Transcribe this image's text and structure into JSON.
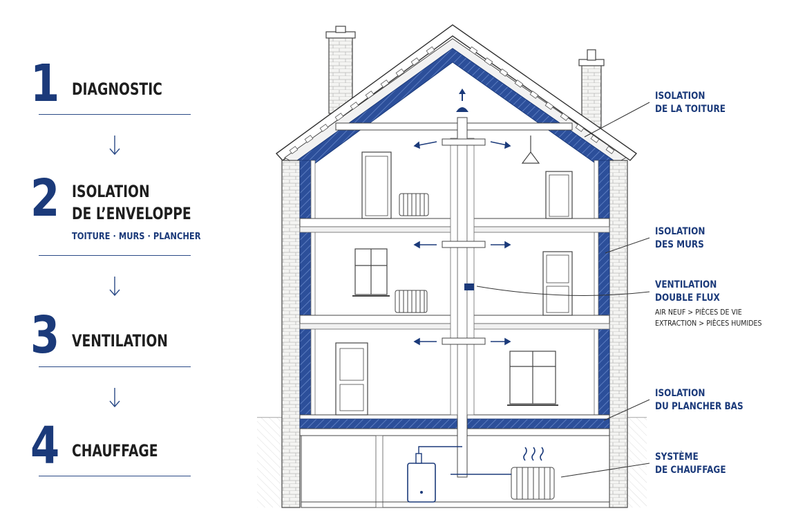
{
  "steps": [
    {
      "number": "1",
      "title_lines": [
        "DIAGNOSTIC"
      ]
    },
    {
      "number": "2",
      "title_lines": [
        "ISOLATION",
        "DE L’ENVELOPPE"
      ],
      "subtitle": "TOITURE · MURS · PLANCHER"
    },
    {
      "number": "3",
      "title_lines": [
        "VENTILATION"
      ]
    },
    {
      "number": "4",
      "title_lines": [
        "CHAUFFAGE"
      ]
    }
  ],
  "callouts": {
    "roof": [
      "ISOLATION",
      "DE LA TOITURE"
    ],
    "walls": [
      "ISOLATION",
      "DES MURS"
    ],
    "ventilation": [
      "VENTILATION",
      "DOUBLE FLUX"
    ],
    "ventilation_details": [
      "AIR NEUF > PIÈCES DE VIE",
      "EXTRACTION > PIÈCES HUMIDES"
    ],
    "floor": [
      "ISOLATION",
      "DU PLANCHER BAS"
    ],
    "heating": [
      "SYSTÈME",
      "DE CHAUFFAGE"
    ]
  },
  "colors": {
    "accent_blue": "#1b3a7a",
    "insulation_blue": "#2c4f9a",
    "line_dark": "#2a2a2a",
    "text_dark": "#1e1e1e"
  },
  "icons": [
    "down-arrow-icon",
    "radiator-icon",
    "boiler-icon",
    "heat-waves-icon",
    "pendant-lamp-icon"
  ]
}
